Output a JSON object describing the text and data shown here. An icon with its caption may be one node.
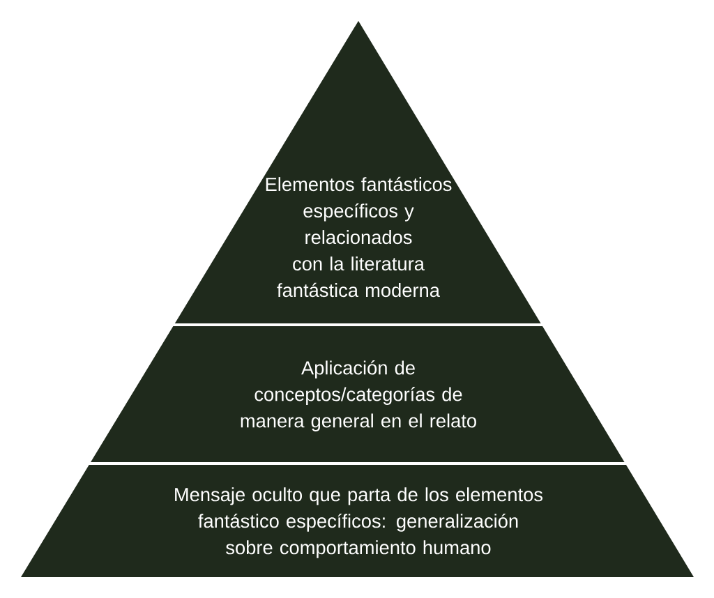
{
  "diagram": {
    "nodes": [
      {
        "text": [
          "Elementos fantásticos específicos y relacionados con la literatura fantástica moderna"
        ]
      },
      {
        "text": [
          "Aplicación de conceptos/categorías de manera general en el relato"
        ]
      },
      {
        "text": [
          "Mensaje oculto que parta de los elementos fantástico específicos: generalización sobre comportamiento humano"
        ]
      }
    ]
  }
}
